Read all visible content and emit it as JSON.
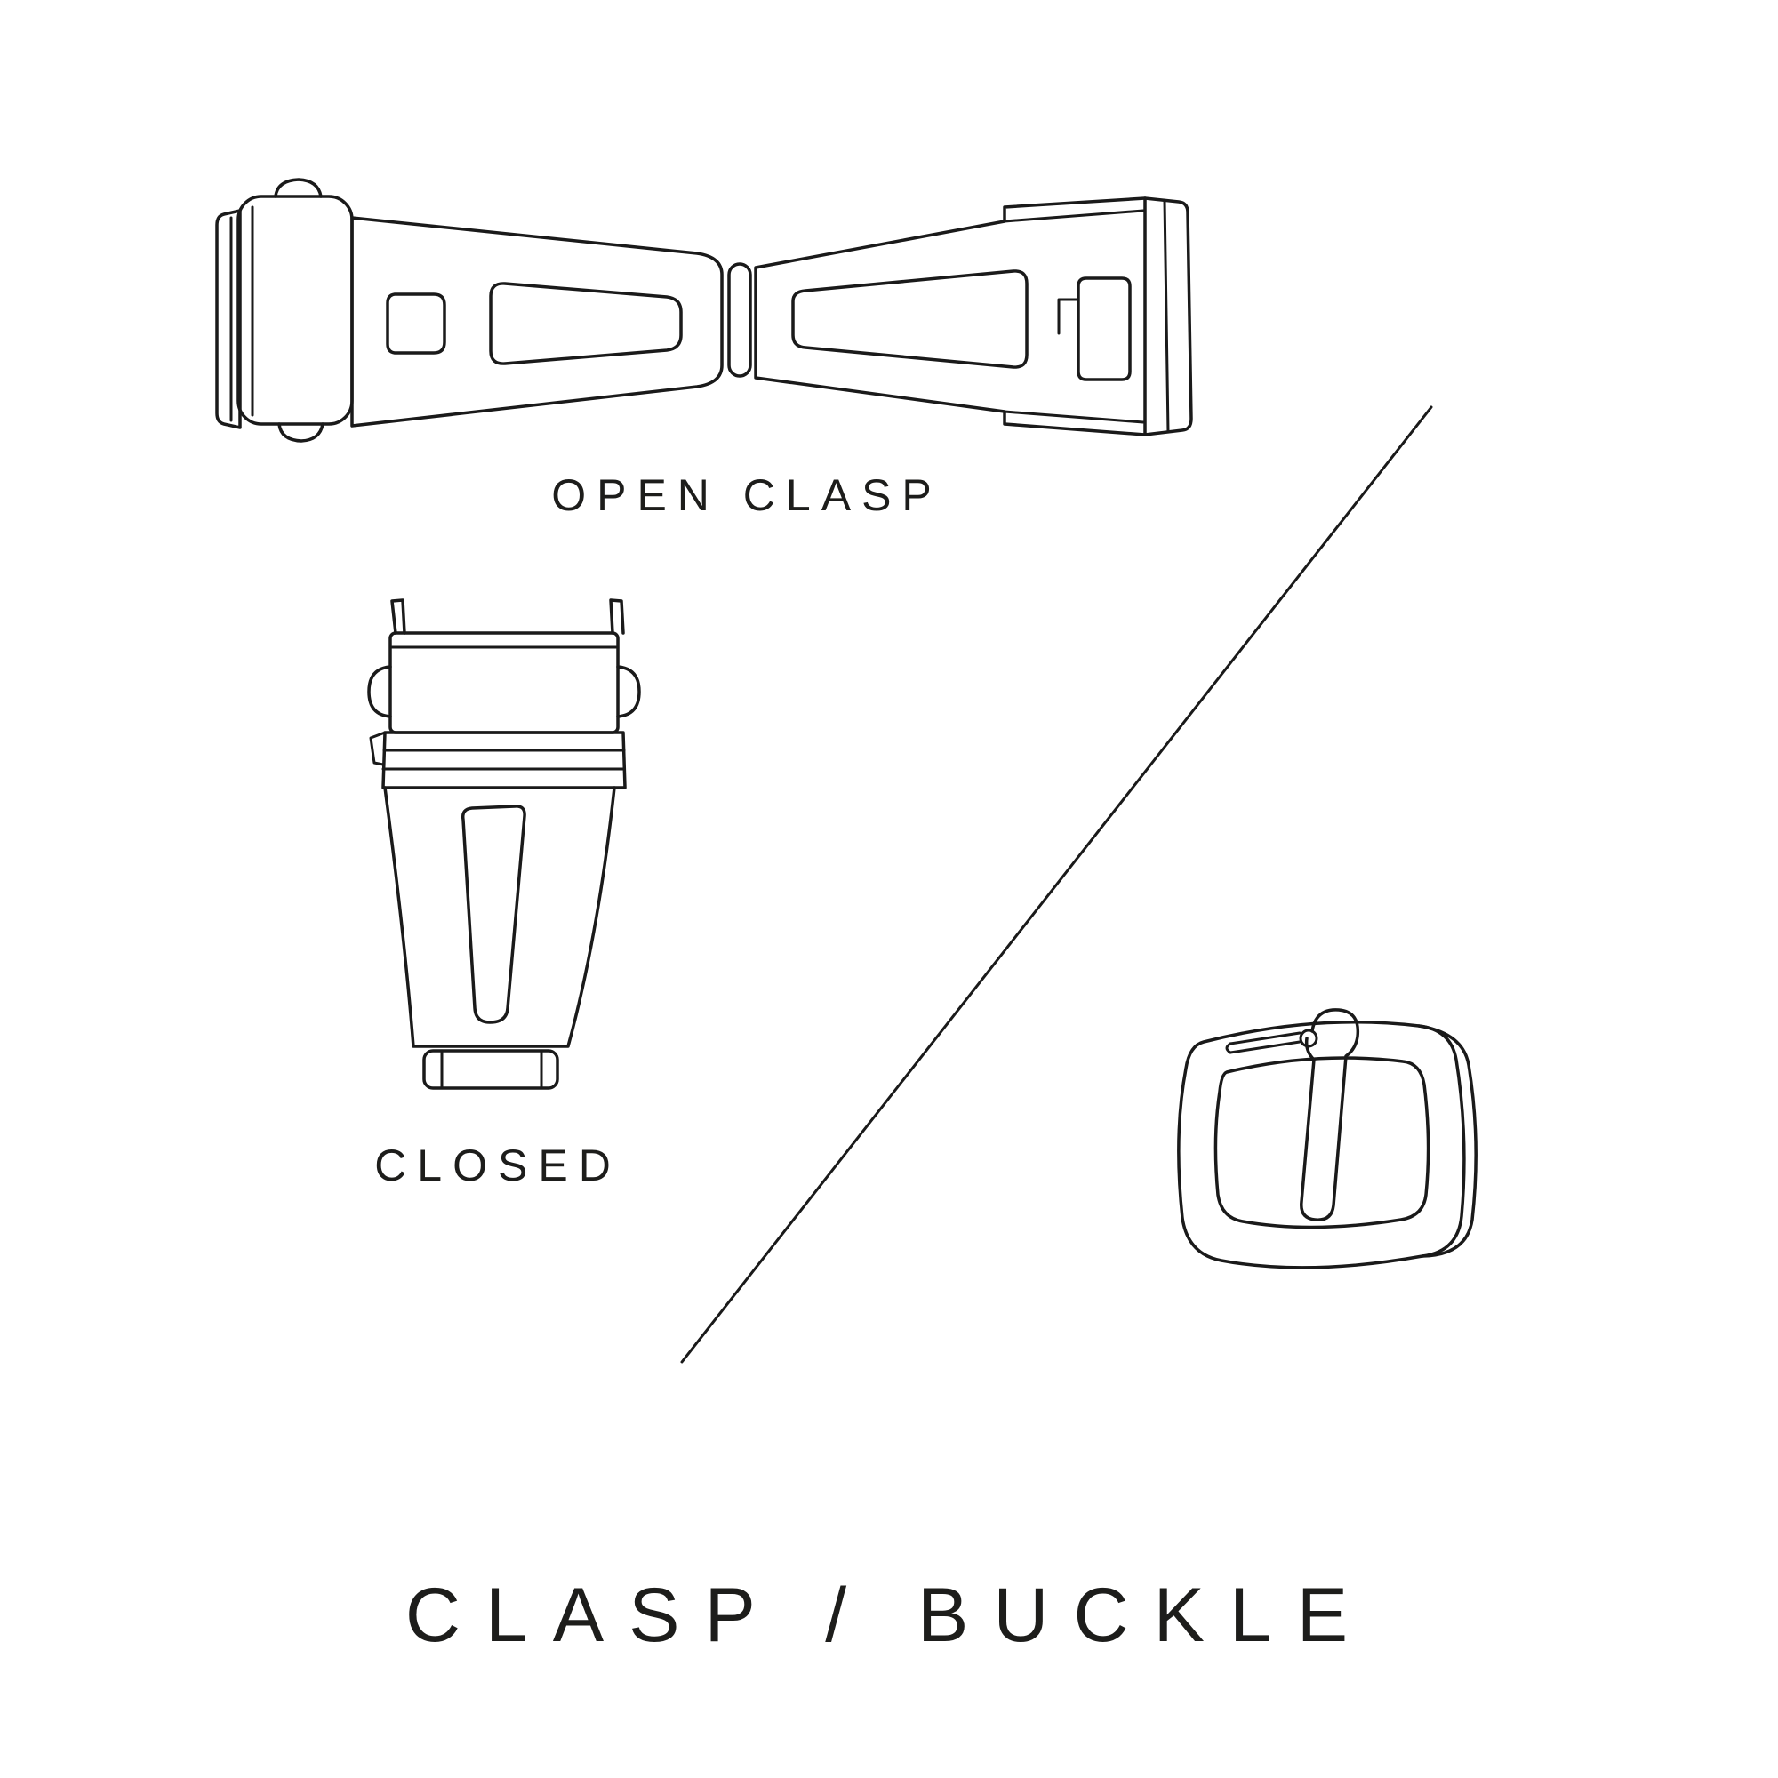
{
  "colors": {
    "background": "#ffffff",
    "line": "#1a1a1a",
    "text": "#1d1d1b"
  },
  "labels": {
    "open_clasp": "OPEN CLASP",
    "closed": "CLOSED",
    "title": "CLASP / BUCKLE"
  },
  "illustrations": [
    {
      "name": "open-clasp-illustration"
    },
    {
      "name": "closed-clasp-illustration"
    },
    {
      "name": "buckle-illustration"
    },
    {
      "name": "diagonal-divider"
    }
  ]
}
